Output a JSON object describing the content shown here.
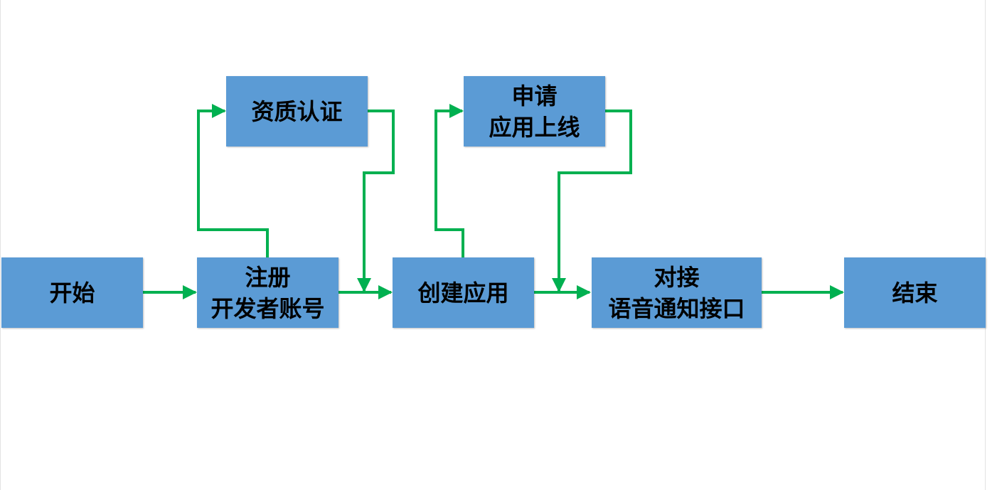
{
  "diagram": {
    "nodes": {
      "start": "开始",
      "register": "注册\n开发者账号",
      "qualification": "资质认证",
      "create_app": "创建应用",
      "apply_online": "申请\n应用上线",
      "integrate": "对接\n语音通知接口",
      "end": "结束"
    },
    "edge_color": "#00b050",
    "node_color": "#5b9bd5"
  }
}
